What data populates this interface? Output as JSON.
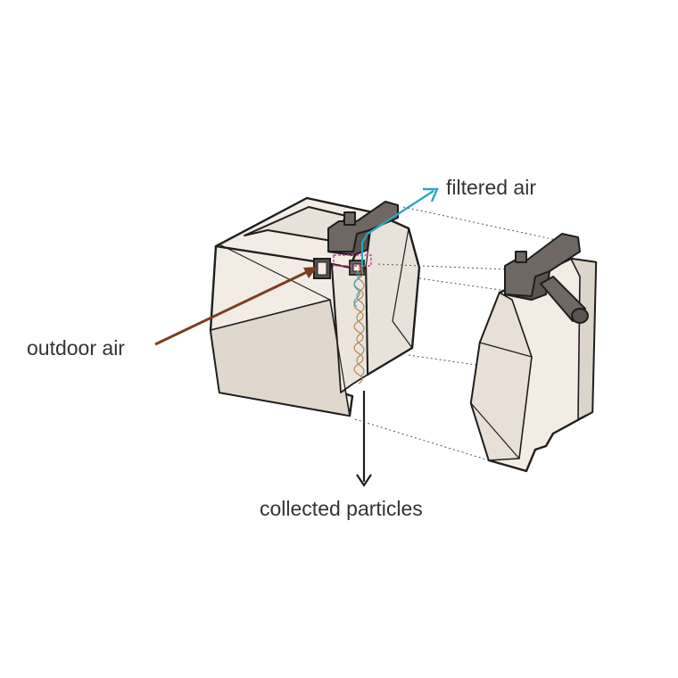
{
  "labels": {
    "filtered_air": "filtered air",
    "outdoor_air": "outdoor air",
    "collected_particles": "collected particles"
  },
  "colors": {
    "body_fill": "#f2ece5",
    "body_shade": "#e2dad1",
    "body_dark": "#d6ccc2",
    "cap_fill": "#6f6762",
    "cap_dark": "#5a534f",
    "outline": "#1e1e1e",
    "outdoor_air_arrow": "#7a3e1e",
    "filtered_air_arrow": "#2aa7c1",
    "particle_path": "#c07a3a",
    "magenta_marker": "#d43c9c",
    "guide_lines": "#555555",
    "text": "#333333"
  }
}
